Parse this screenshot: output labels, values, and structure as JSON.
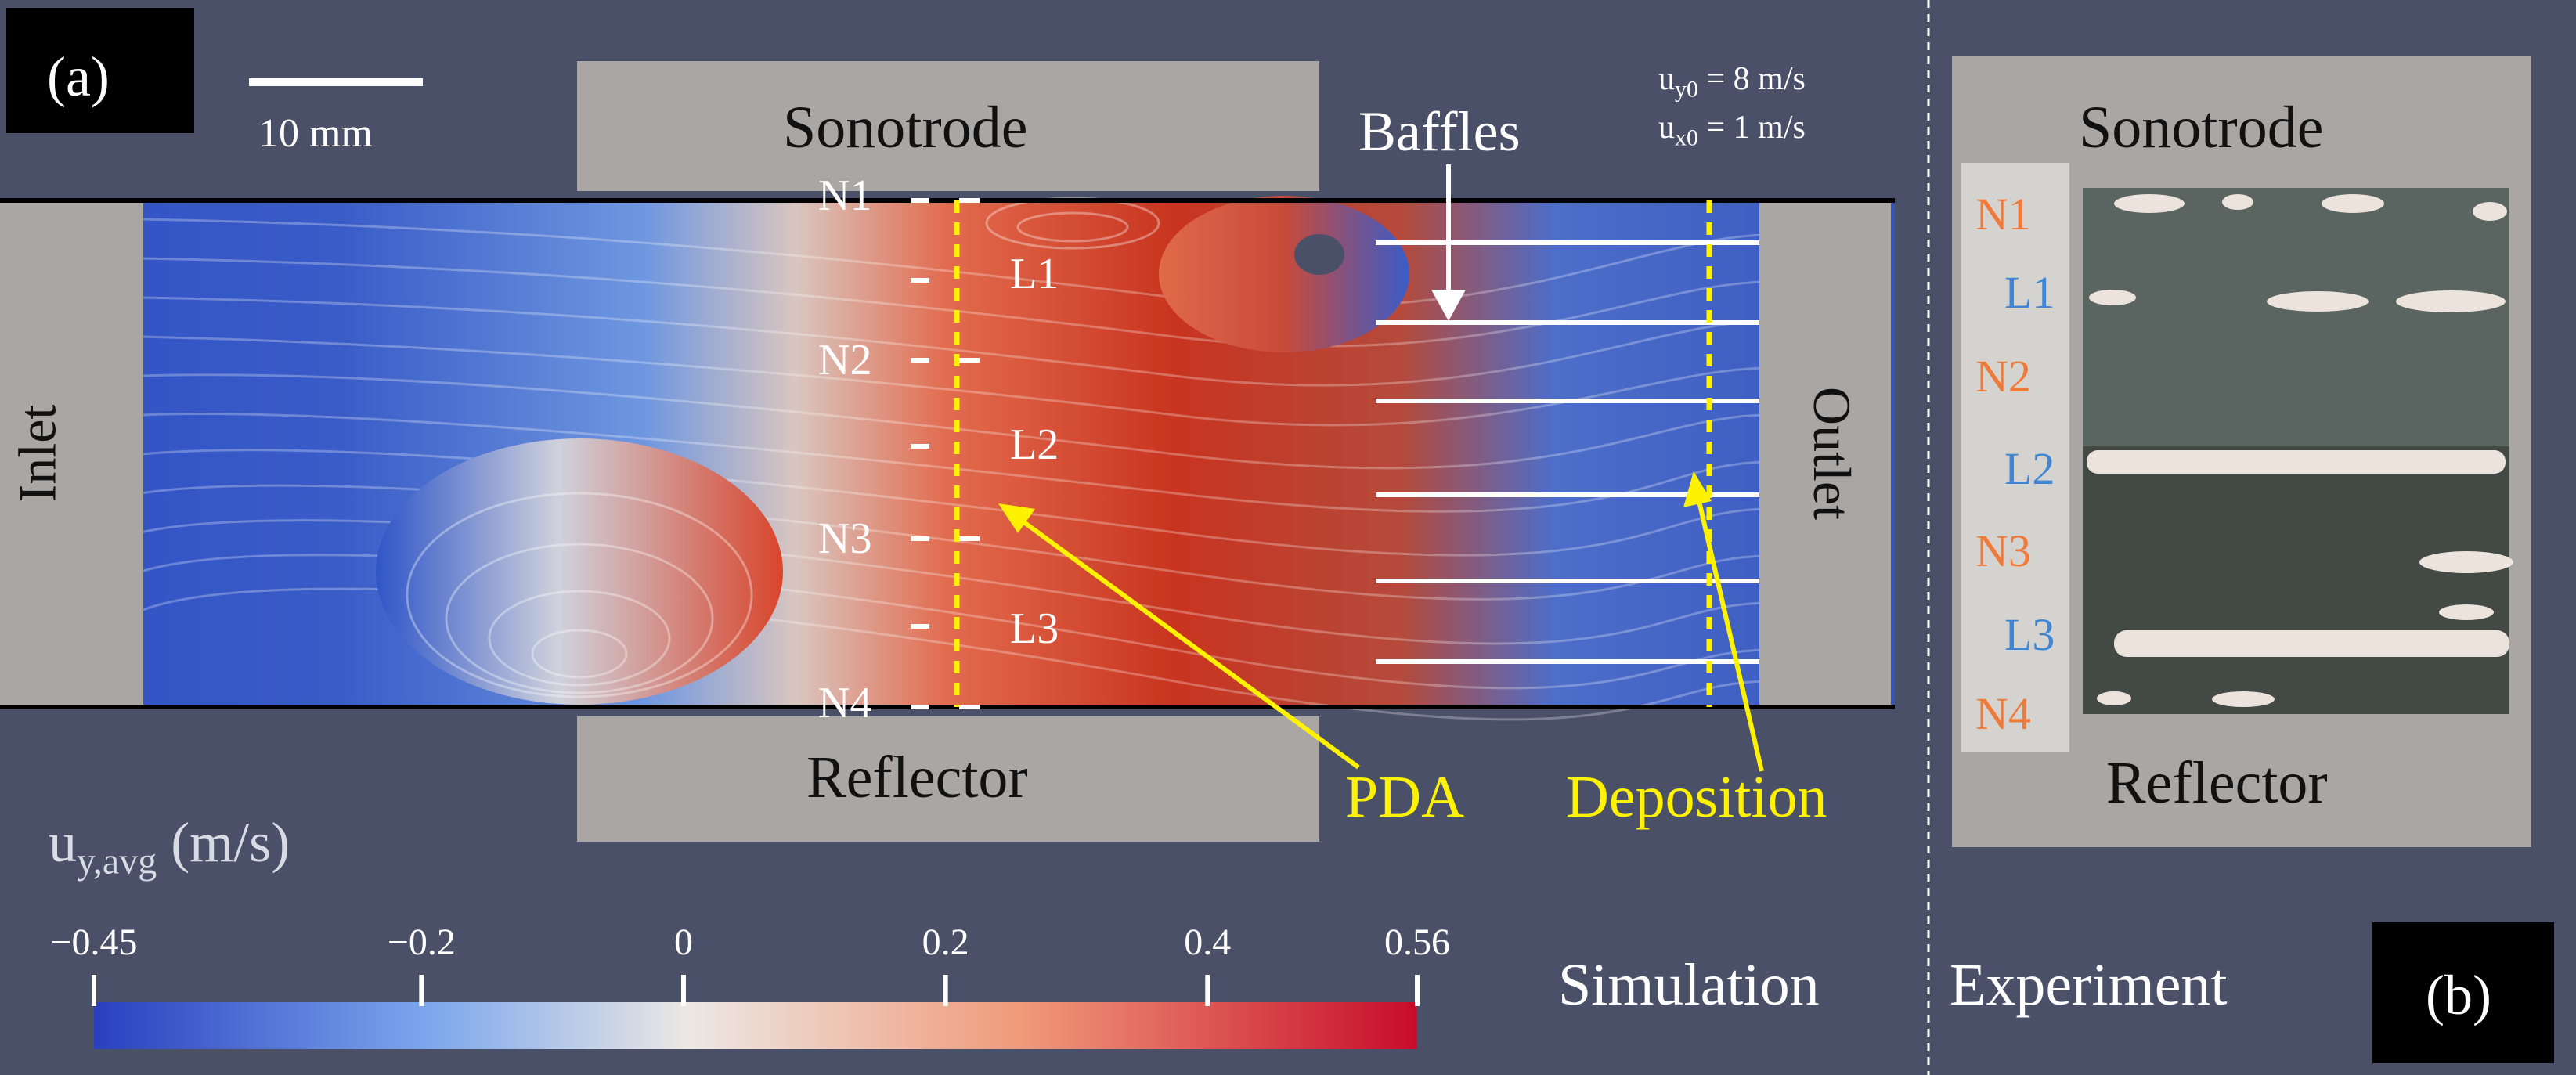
{
  "panel_a": {
    "label": "(a)",
    "scale_bar": "10 mm",
    "sonotrode": "Sonotrode",
    "reflector": "Reflector",
    "inlet": "Inlet",
    "outlet": "Outlet",
    "baffles": "Baffles",
    "uy0": {
      "base": "u",
      "sub": "y0",
      "rest": " = 8 m/s"
    },
    "ux0": {
      "base": "u",
      "sub": "x0",
      "rest": " = 1 m/s"
    },
    "node_labels": [
      "N1",
      "N2",
      "N3",
      "N4"
    ],
    "loop_labels": [
      "L1",
      "L2",
      "L3"
    ],
    "pda": "PDA",
    "deposition": "Deposition",
    "footer": "Simulation"
  },
  "colorbar": {
    "title_base": "u",
    "title_sub": "y,avg",
    "title_rest": " (m/s)",
    "ticks": [
      "−0.45",
      "−0.2",
      "0",
      "0.2",
      "0.4",
      "0.56"
    ],
    "min": -0.45,
    "max": 0.56,
    "tick_values": [
      -0.45,
      -0.2,
      0,
      0.2,
      0.4,
      0.56
    ],
    "colors": [
      "#2a3fc0",
      "#7aa6ec",
      "#ece8e4",
      "#f09a7a",
      "#c80c2a"
    ]
  },
  "panel_b": {
    "label": "(b)",
    "sonotrode": "Sonotrode",
    "reflector": "Reflector",
    "node_labels": [
      "N1",
      "N2",
      "N3",
      "N4"
    ],
    "loop_labels": [
      "L1",
      "L2",
      "L3"
    ],
    "footer": "Experiment"
  },
  "colors": {
    "background": "#4a5068",
    "device_gray": "#a9a6a3",
    "annotation_yellow": "#fff200",
    "node_orange": "#f07a3a",
    "loop_blue": "#3f86d6"
  }
}
